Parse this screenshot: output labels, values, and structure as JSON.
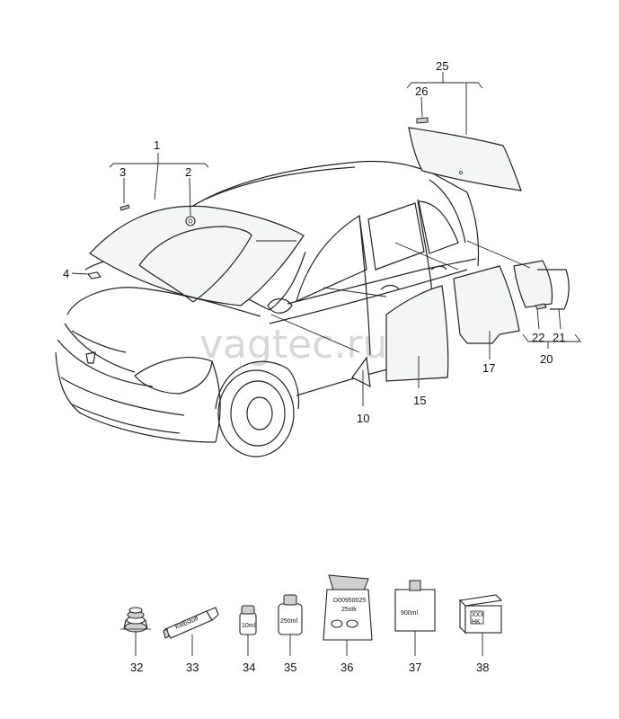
{
  "watermark": "vagtec.ru",
  "callouts": {
    "c1": "1",
    "c2": "2",
    "c3": "3",
    "c4": "4",
    "c10": "10",
    "c15": "15",
    "c17": "17",
    "c20": "20",
    "c21": "21",
    "c22": "22",
    "c25": "25",
    "c26": "26",
    "c32": "32",
    "c33": "33",
    "c34": "34",
    "c35": "35",
    "c36": "36",
    "c37": "37",
    "c38": "38"
  },
  "labels": {
    "tube": "Klebstoff",
    "vial": "10ml",
    "can": "250ml",
    "bag_code": "D00950025",
    "bag_qty": "25stk",
    "bottle": "900ml",
    "box_line1": "XXX",
    "box_line2": "HK"
  }
}
